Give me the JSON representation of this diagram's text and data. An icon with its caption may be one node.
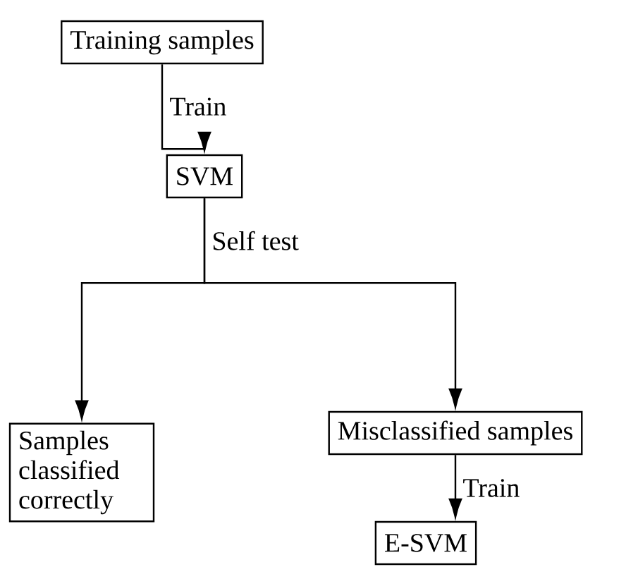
{
  "diagram": {
    "nodes": [
      {
        "text": [
          "Training samples"
        ]
      },
      {
        "text": [
          "SVM"
        ]
      },
      {
        "text": [
          "Samples classified correctly"
        ]
      },
      {
        "text": [
          "Misclassified samples"
        ]
      },
      {
        "text": [
          "E-SVM"
        ]
      }
    ],
    "edges": [
      {
        "from": 0,
        "to": 1,
        "arrow": "to",
        "label": "Train"
      },
      {
        "from": 1,
        "to": 2,
        "arrow": "to",
        "label": "Self test"
      },
      {
        "from": 1,
        "to": 3,
        "arrow": "to"
      },
      {
        "from": 3,
        "to": 4,
        "arrow": "to",
        "label": "Train"
      }
    ]
  }
}
